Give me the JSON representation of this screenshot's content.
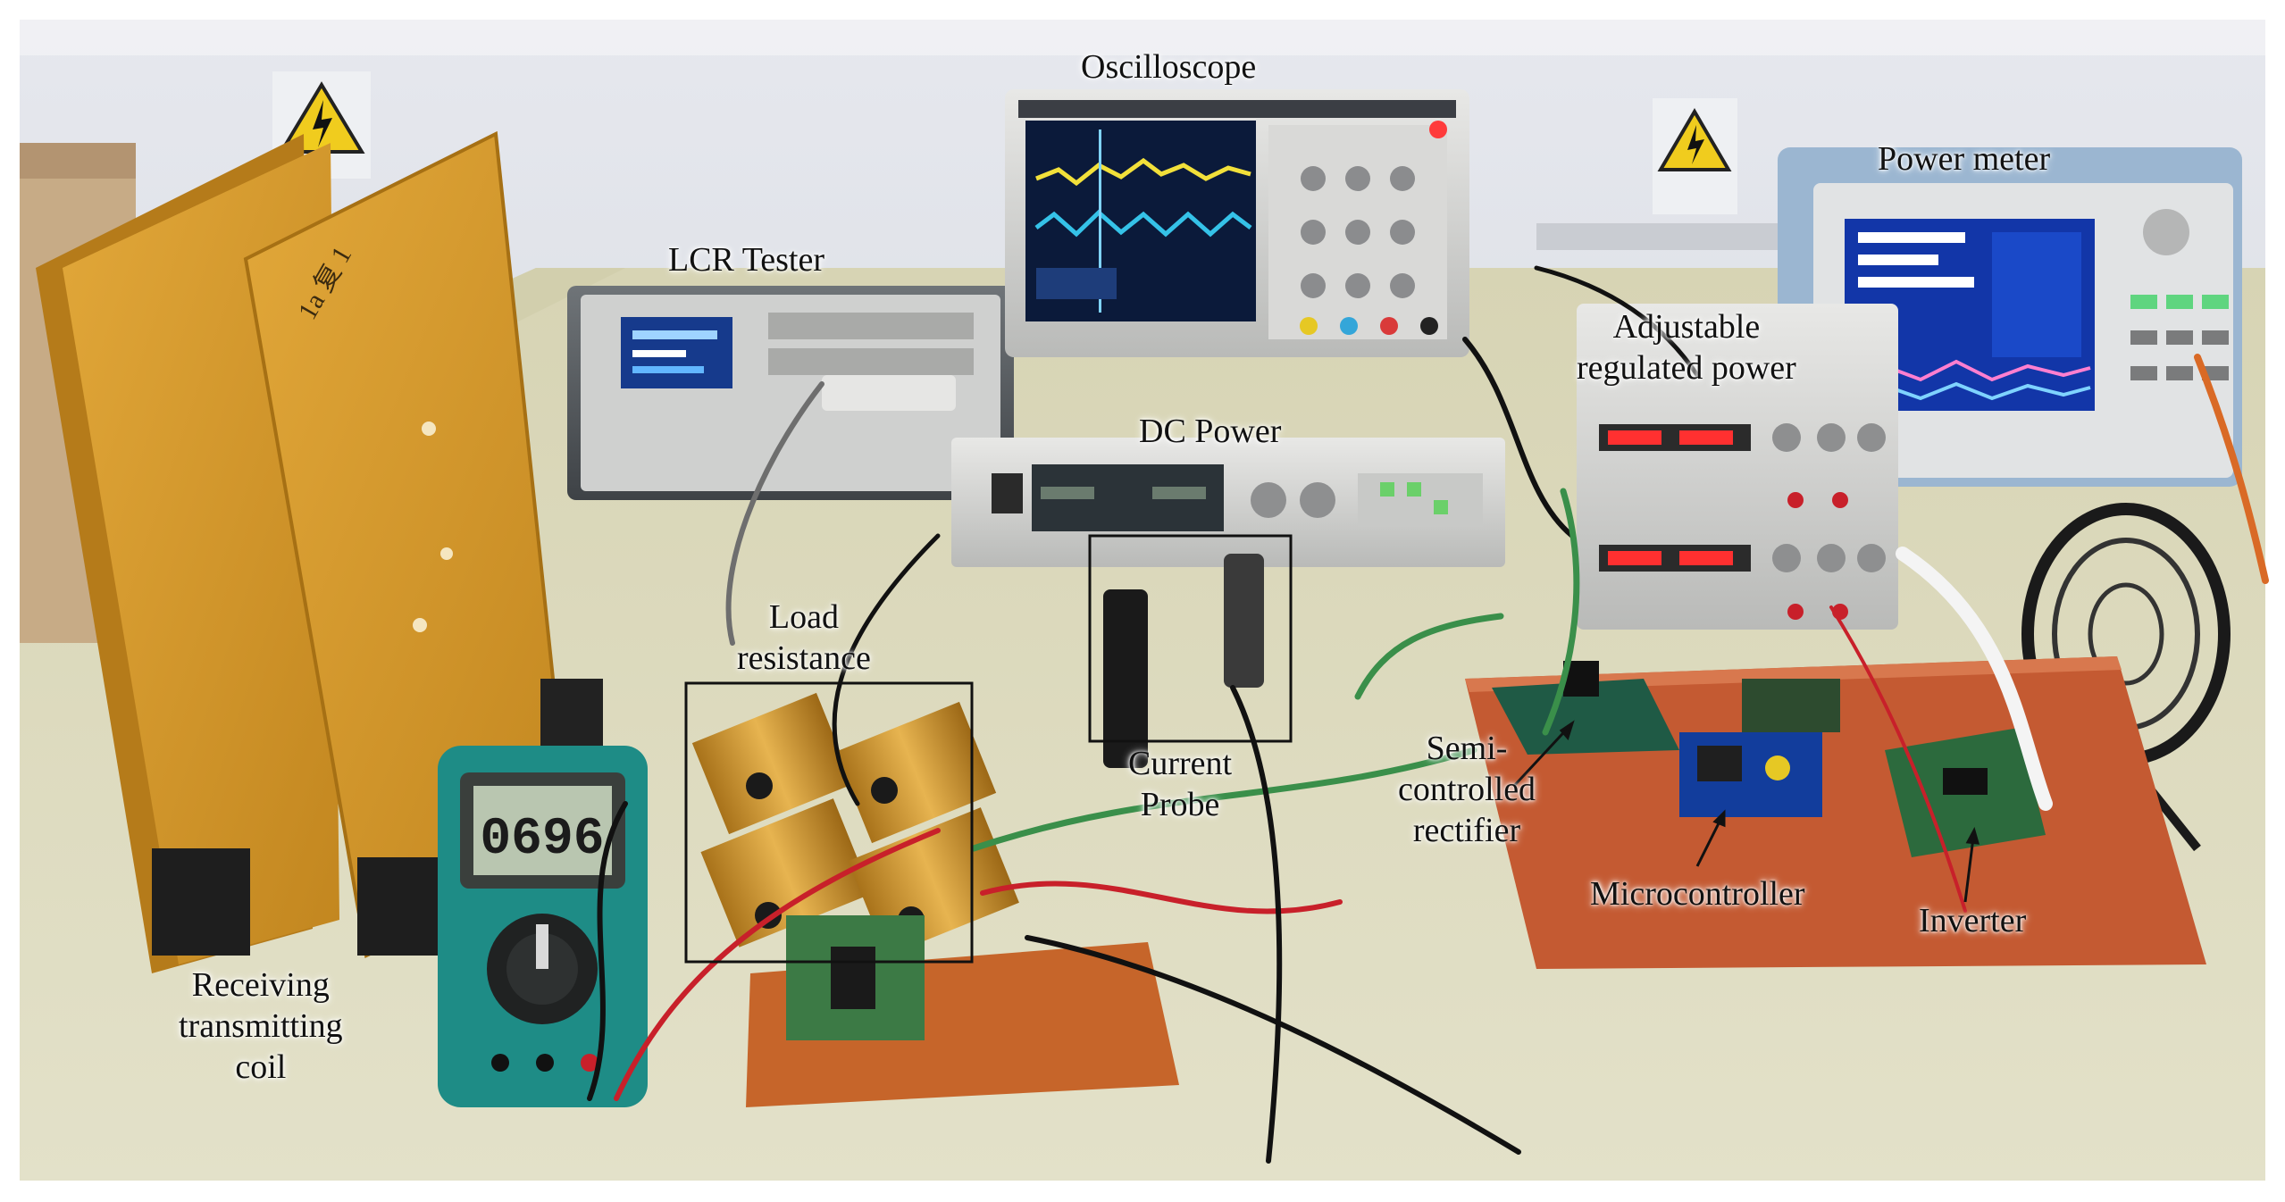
{
  "labels": {
    "oscilloscope": "Oscilloscope",
    "power_meter": "Power meter",
    "lcr_tester": "LCR Tester",
    "adjustable_power": [
      "Adjustable",
      "regulated power"
    ],
    "dc_power": "DC Power",
    "load_resistance": [
      "Load",
      "resistance"
    ],
    "current_probe": [
      "Current",
      "Probe"
    ],
    "semi_controlled_rectifier": [
      "Semi-",
      "controlled",
      "rectifier"
    ],
    "microcontroller": "Microcontroller",
    "inverter": "Inverter",
    "receiving_transmitting_coil": [
      "Receiving",
      "transmitting",
      "coil"
    ]
  },
  "device_readouts": {
    "multimeter": "0696"
  },
  "colors": {
    "wall": "#d9dde4",
    "table": "#dedcbf",
    "coil_board": "#d79a2d",
    "pcb_mat": "#c45a32",
    "scope_screen": "#0b1a3a",
    "trace_yellow": "#f2e03a",
    "trace_cyan": "#35c2e8",
    "multimeter_body": "#1e8c86"
  }
}
